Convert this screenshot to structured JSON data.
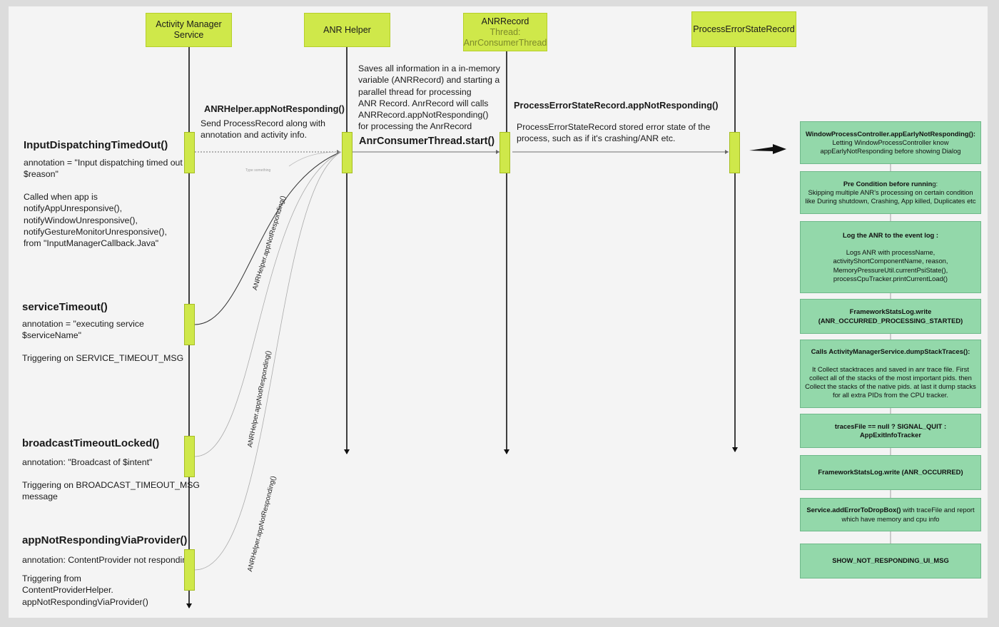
{
  "lanes": {
    "ams": {
      "line1": "Activity Manager",
      "line2": "Service"
    },
    "anrhelper": {
      "label": "ANR Helper"
    },
    "anrrecord": {
      "label": "ANRRecord",
      "sub1": "Thread:",
      "sub2": "AnrConsumerThread"
    },
    "perr": {
      "label": "ProcessErrorStateRecord"
    }
  },
  "left": {
    "b1": {
      "title": "InputDispatchingTimedOut()",
      "annotation": "annotation = \"Input dispatching timed out\n$reason\"",
      "desc": "Called when app is\nnotifyAppUnresponsive(),\nnotifyWindowUnresponsive(),\nnotifyGestureMonitorUnresponsive(),\nfrom \"InputManagerCallback.Java\""
    },
    "b2": {
      "title": "serviceTimeout()",
      "annotation": "annotation = \"executing service\n$serviceName\"",
      "desc": "Triggering on SERVICE_TIMEOUT_MSG"
    },
    "b3": {
      "title": "broadcastTimeoutLocked()",
      "annotation": "annotation: \"Broadcast of $intent\"",
      "desc": "Triggering on BROADCAST_TIMEOUT_MSG\nmessage"
    },
    "b4": {
      "title": "appNotRespondingViaProvider()",
      "annotation": "annotation: ContentProvider not respondin",
      "desc": "Triggering from\nContentProviderHelper.\nappNotRespondingViaProvider()"
    }
  },
  "messages": {
    "m1_title": "ANRHelper.appNotResponding()",
    "m1_desc": "Send ProcessRecord along with\nannotation and activity info.",
    "m2_desc": "Saves all information in a in-memory\nvariable (ANRRecord) and starting a\nparallel thread for processing\nANR Record. AnrRecord will calls\nANRRecord.appNotResponding()\n for processing the AnrRecord",
    "m2_title": "AnrConsumerThread.start()",
    "m3_title": "ProcessErrorStateRecord.appNotResponding()",
    "m3_desc": "ProcessErrorStateRecord stored error state of the\nprocess, such as if it's crashing/ANR etc.",
    "type_something": "Type something",
    "curve1": "ANRHelper.appNotResponding()",
    "curve2": "ANRHelper.appNotResponding()",
    "curve3": "ANRHelper.appNotResponding()"
  },
  "steps": [
    {
      "title": "WindowProcessController.appEarlyNotResponding():",
      "body": "Letting WindowProcessController know\nappEarlyNotResponding before showing Dialog"
    },
    {
      "title_bold": "Pre Condition before runnin",
      "title_rest": "g:",
      "body": "Skipping multiple ANR's processing on certain condition\nlike During shutdown, Crashing, App killed, Duplicates etc"
    },
    {
      "title": "Log the ANR to the event log :",
      "body": "Logs ANR with processName,\nactivityShortComponentName, reason,\nMemoryPressureUtil.currentPsiState(),\nprocessCpuTracker.printCurrentLoad()"
    },
    {
      "title": "FrameworkStatsLog.write\n(ANR_OCCURRED_PROCESSING_STARTED)"
    },
    {
      "title": "Calls ActivityManagerService.dumpStackTraces():",
      "body": "It Collect stacktraces and saved in anr trace file. First\ncollect all of the stacks of the most important pids. then\nCollect the stacks of the native pids. at last it dump stacks\nfor all extra PIDs from the CPU tracker."
    },
    {
      "title": "tracesFile == null  ? SIGNAL_QUIT : AppExitInfoTracker"
    },
    {
      "title": "FrameworkStatsLog.write (ANR_OCCURRED)"
    },
    {
      "title": "Service.addErrorToDropBox()",
      "title_rest": " with traceFile and report",
      "body": "which have memory and cpu info"
    },
    {
      "title": "SHOW_NOT_RESPONDING_UI_MSG"
    }
  ],
  "colors": {
    "lane": "#cfe84a",
    "step": "#93d8aa",
    "canvas": "#f4f4f4"
  }
}
